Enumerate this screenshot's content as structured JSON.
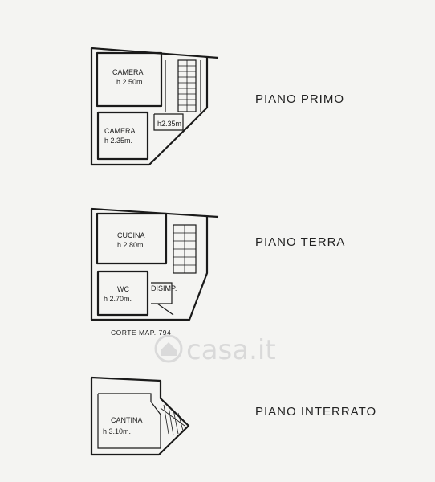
{
  "floors": [
    {
      "name": "PIANO PRIMO",
      "rooms": [
        {
          "name": "CAMERA",
          "height": "h 2.50m."
        },
        {
          "name": "CAMERA",
          "height": "h 2.35m."
        },
        {
          "name": "",
          "height": "h2.35m"
        }
      ]
    },
    {
      "name": "PIANO TERRA",
      "rooms": [
        {
          "name": "CUCINA",
          "height": "h 2.80m."
        },
        {
          "name": "WC",
          "height": "h 2.70m."
        },
        {
          "name": "DISIMP.",
          "height": ""
        }
      ],
      "note": "CORTE MAP. 794"
    },
    {
      "name": "PIANO INTERRATO",
      "rooms": [
        {
          "name": "CANTINA",
          "height": "h 3.10m."
        }
      ]
    }
  ],
  "watermark": {
    "text": "casa.it",
    "icon": "casa-house-icon"
  }
}
